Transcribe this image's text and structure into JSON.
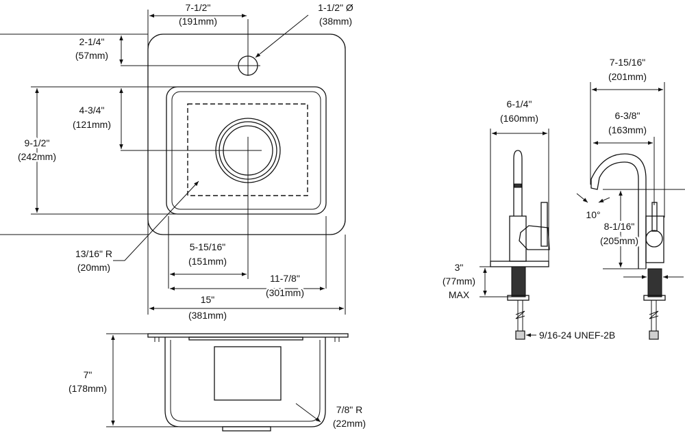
{
  "sink_top_view": {
    "faucet_hole_offset": {
      "in": "7-1/2\"",
      "mm": "(191mm)"
    },
    "faucet_hole_diameter": {
      "in": "1-1/2\" Ø",
      "mm": "(38mm)"
    },
    "hole_from_back": {
      "in": "2-1/4\"",
      "mm": "(57mm)"
    },
    "bowl_front_to_back": {
      "in": "9-1/2\"",
      "mm": "(242mm)"
    },
    "drain_from_back": {
      "in": "4-3/4\"",
      "mm": "(121mm)"
    },
    "corner_radius": {
      "in": "13/16\" R",
      "mm": "(20mm)"
    },
    "drain_from_left": {
      "in": "5-15/16\"",
      "mm": "(151mm)"
    },
    "bowl_width": {
      "in": "11-7/8\"",
      "mm": "(301mm)"
    },
    "overall_width": {
      "in": "15\"",
      "mm": "(381mm)"
    }
  },
  "sink_side_view": {
    "depth": {
      "in": "7\"",
      "mm": "(178mm)"
    },
    "bottom_radius": {
      "in": "7/8\" R",
      "mm": "(22mm)"
    }
  },
  "faucet_front_view": {
    "base_width": {
      "in": "6-1/4\"",
      "mm": "(160mm)"
    },
    "max_deck_thickness": {
      "in": "3\"",
      "mm": "(77mm)",
      "note": "MAX"
    },
    "thread_spec": "9/16-24 UNEF-2B"
  },
  "faucet_side_view": {
    "overall_reach": {
      "in": "7-15/16\"",
      "mm": "(201mm)"
    },
    "spout_reach": {
      "in": "6-3/8\"",
      "mm": "(163mm)"
    },
    "spout_angle": "10°",
    "spout_height": {
      "in": "8-1/16\"",
      "mm": "(205mm)"
    }
  }
}
